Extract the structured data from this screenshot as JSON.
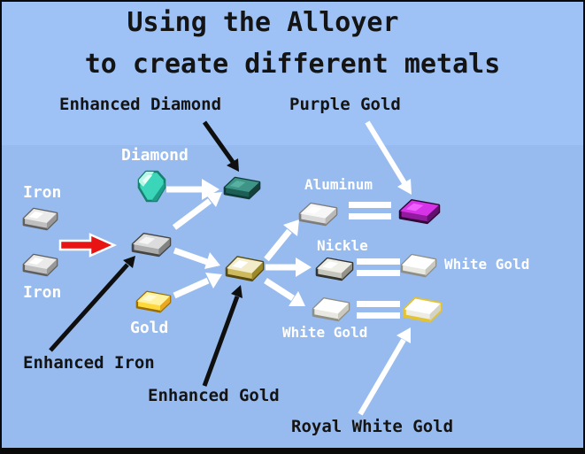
{
  "title": {
    "line1": "Using the Alloyer",
    "line2": "to create different metals"
  },
  "item_labels": {
    "diamond": "Diamond",
    "iron_top": "Iron",
    "iron_bottom": "Iron",
    "gold": "Gold",
    "aluminum": "Aluminum",
    "nickle": "Nickle",
    "white_gold_result": "White Gold",
    "white_gold_input": "White Gold"
  },
  "annotations": {
    "enhanced_diamond": "Enhanced Diamond",
    "purple_gold": "Purple Gold",
    "enhanced_iron": "Enhanced Iron",
    "enhanced_gold": "Enhanced Gold",
    "royal_white_gold": "Royal White Gold"
  },
  "colors": {
    "background_top": "#9ec2f6",
    "background_bottom": "#97bbee",
    "frame": "#0a0a0a",
    "black_text": "#141414",
    "white_text": "#ffffff",
    "white_arrow": "#ffffff",
    "black_arrow": "#0f0f0f",
    "red_arrow": "#e81414"
  },
  "items": {
    "iron": {
      "outline": "#5f5f5f",
      "top": "#eaeaea",
      "front": "#bfbfbf",
      "side": "#989898",
      "gleam": "#ffffff"
    },
    "enhanced_iron": {
      "outline": "#454545",
      "top": "#dcdcdc",
      "front": "#ababab",
      "side": "#828282",
      "gleam": "#f5f5f5"
    },
    "gold": {
      "outline": "#9a6e00",
      "top": "#fff2a0",
      "front": "#ffd93b",
      "side": "#e8a820",
      "gleam": "#fffbd0"
    },
    "enhanced_gold": {
      "outline": "#57480e",
      "top": "#f2eccb",
      "front": "#cdba5e",
      "side": "#9c8827",
      "gleam": "#ffffff"
    },
    "diamond": {
      "outline": "#17806e",
      "top": "#b8f7e8",
      "front": "#3bd6ba",
      "side": "#1e9e88",
      "gleam": "#e8fff8"
    },
    "enhanced_diamond": {
      "outline": "#0e3b36",
      "top": "#3f9488",
      "front": "#1c5f56",
      "side": "#143f3a",
      "gleam": "#58b0a0"
    },
    "aluminum": {
      "outline": "#7d7d7d",
      "top": "#f7f7f7",
      "front": "#d9d9d9",
      "side": "#b9b9b9",
      "gleam": "#ffffff"
    },
    "purple_gold": {
      "outline": "#310536",
      "top": "#d633e8",
      "front": "#911a9e",
      "side": "#63106e",
      "gleam": "#f060ff"
    },
    "nickle": {
      "outline": "#33332f",
      "top": "#efefe8",
      "front": "#c6c6bc",
      "side": "#93938a",
      "gleam": "#ffffff"
    },
    "white_gold": {
      "outline": "#8f8f86",
      "top": "#ffffff",
      "front": "#e9e9e2",
      "side": "#c9c9c0",
      "gleam": "#ffffff"
    },
    "royal_white_gold": {
      "outline": "#e3c234",
      "top": "#ffffff",
      "front": "#edede4",
      "side": "#d3d3c8",
      "gleam": "#ffffff"
    }
  }
}
